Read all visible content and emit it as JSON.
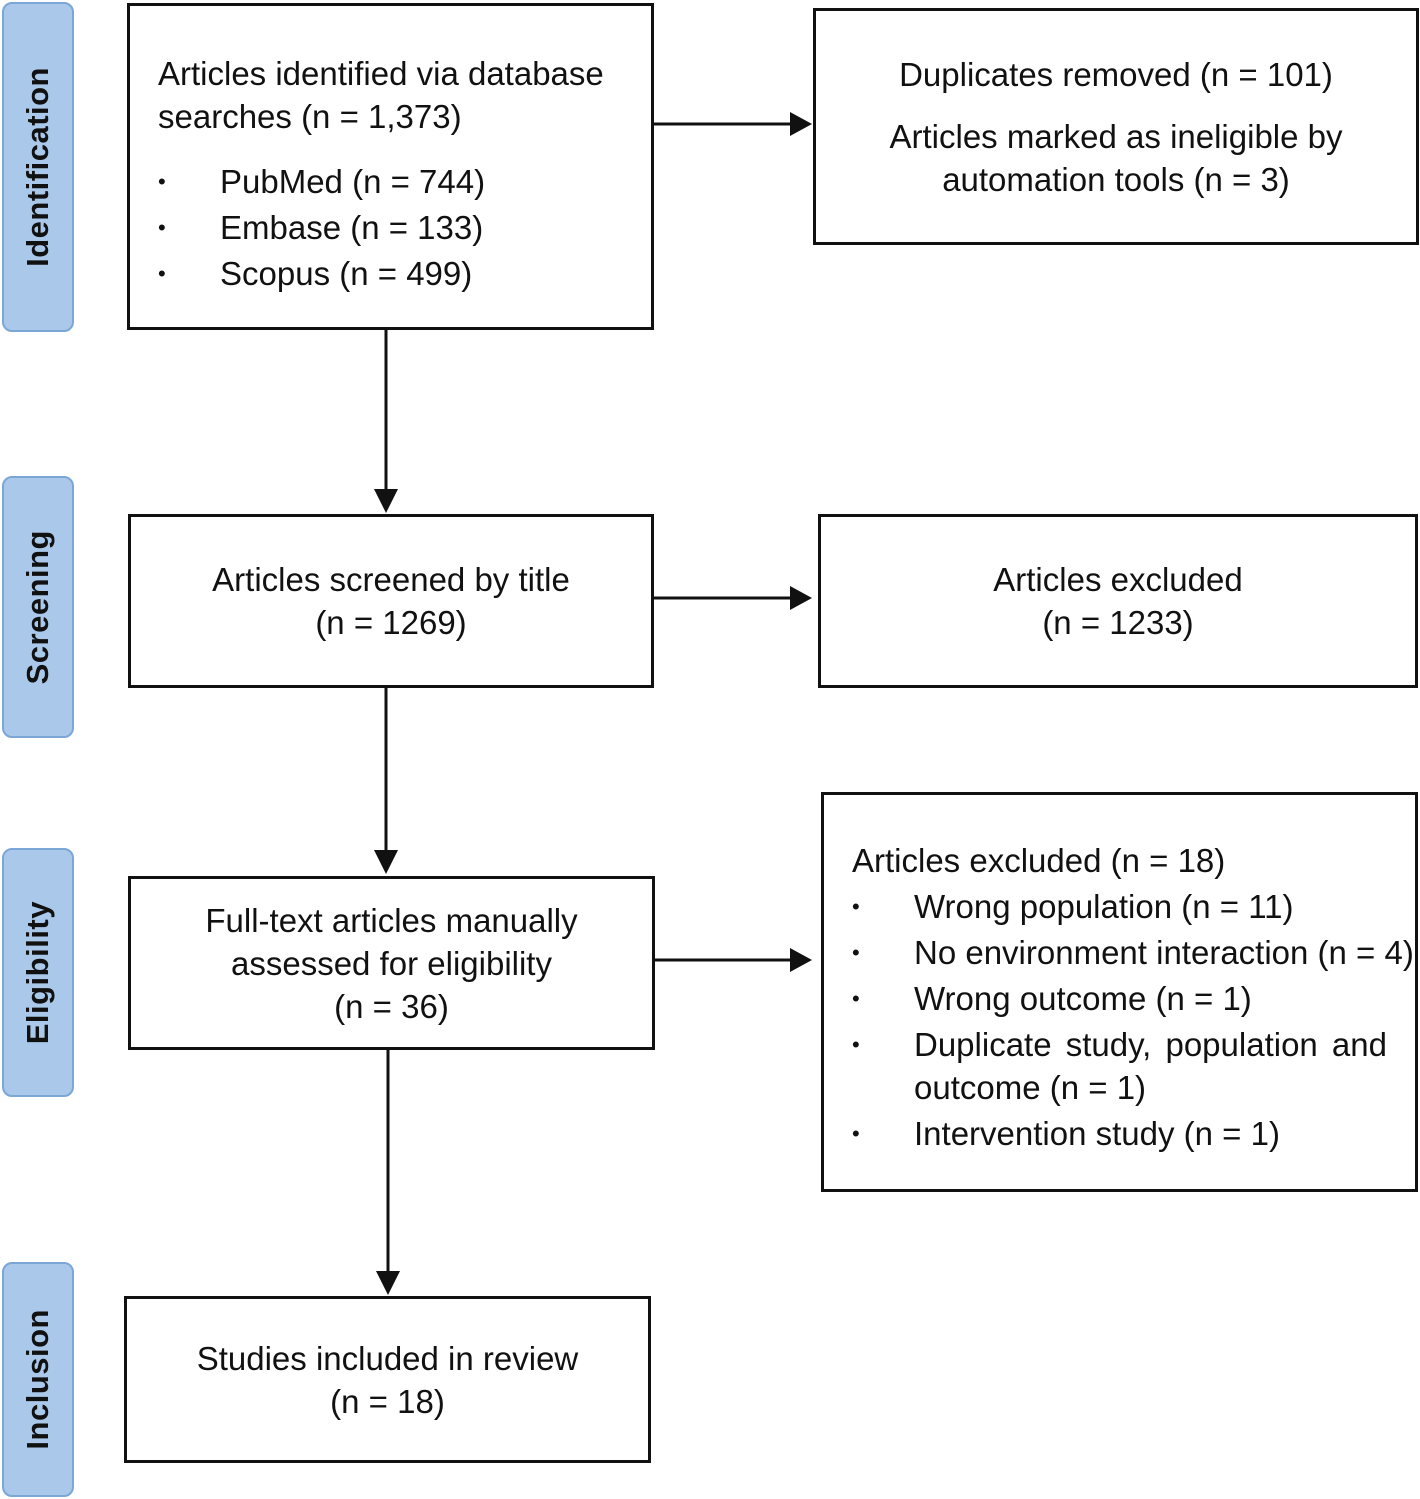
{
  "stages": {
    "identification": "Identification",
    "screening": "Screening",
    "eligibility": "Eligibility",
    "inclusion": "Inclusion"
  },
  "identified": {
    "line1": "Articles identified via database",
    "line2": "searches (n = 1,373)",
    "sources": [
      "PubMed (n = 744)",
      "Embase (n = 133)",
      "Scopus (n = 499)"
    ]
  },
  "removed": {
    "duplicates": "Duplicates removed (n = 101)",
    "ineligible_line1": "Articles marked as ineligible by",
    "ineligible_line2": "automation tools (n = 3)"
  },
  "screened": {
    "line1": "Articles screened by title",
    "line2": "(n = 1269)"
  },
  "excluded_title": {
    "line1": "Articles excluded",
    "line2": "(n = 1233)"
  },
  "fulltext": {
    "line1": "Full-text articles manually",
    "line2": "assessed for eligibility",
    "line3": "(n = 36)"
  },
  "excluded_fulltext": {
    "title": "Articles excluded (n = 18)",
    "reasons": [
      "Wrong population (n = 11)",
      "No environment interaction (n = 4)",
      "Wrong outcome (n = 1)",
      "Duplicate study, population and",
      "outcome (n = 1)",
      "Intervention study (n = 1)"
    ]
  },
  "included": {
    "line1": "Studies included in review",
    "line2": "(n = 18)"
  },
  "bullet": "•"
}
